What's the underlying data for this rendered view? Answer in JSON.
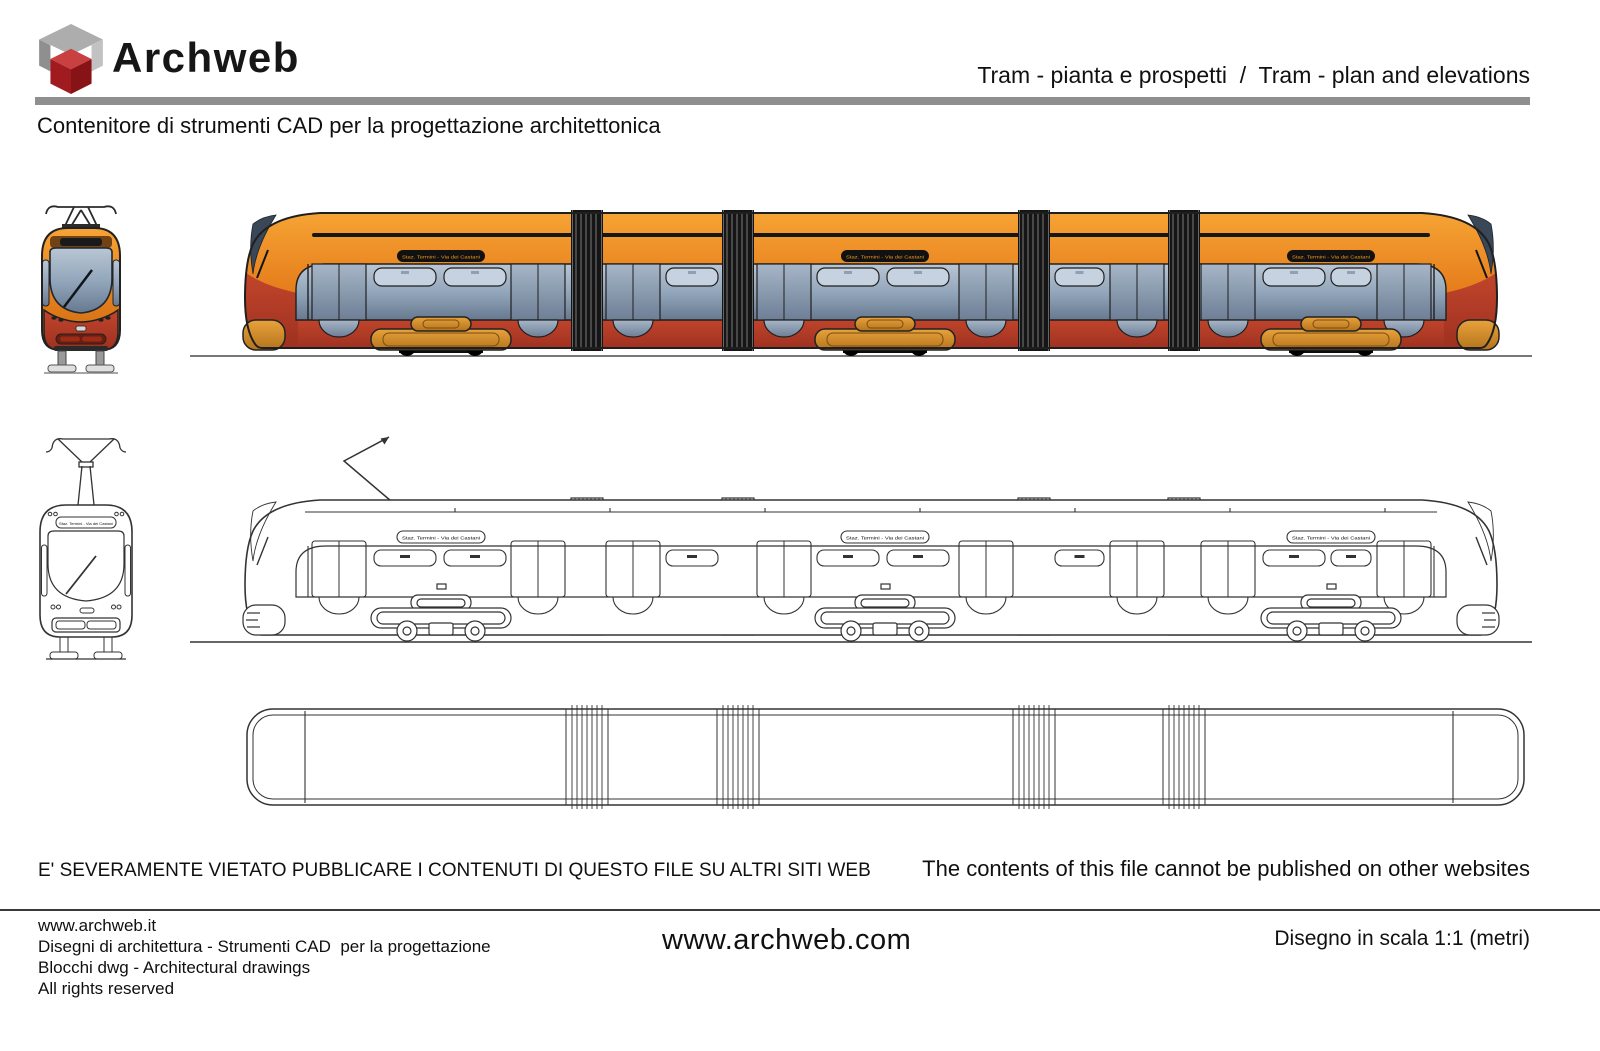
{
  "header": {
    "brand": "Archweb",
    "logo_icon": "archweb-cube-logo",
    "title": "Tram - pianta e prospetti  /  Tram - plan and elevations",
    "subtitle": "Contenitore di strumenti CAD per la progettazione architettonica"
  },
  "tram": {
    "destination_sign": "Staz. Termini - Via dei Castani"
  },
  "footer": {
    "notice_it": "E' SEVERAMENTE VIETATO PUBBLICARE I CONTENUTI DI QUESTO FILE SU ALTRI SITI WEB",
    "notice_en": "The contents of this file cannot be published on other websites",
    "site_it": "www.archweb.it",
    "line_it": "Disegni di architettura - Strumenti CAD  per la progettazione",
    "line_en": "Blocchi dwg - Architectural drawings",
    "rights": "All rights reserved",
    "site_main": "www.archweb.com",
    "scale_note": "Disegno in scala 1:1 (metri)"
  },
  "colors": {
    "body_orange": "#e8821e",
    "body_red": "#b53a22",
    "window_glass": "#8fa3b8",
    "bogie_orange": "#d8922e",
    "line_drawing": "#333333",
    "divider_gray": "#8f8f8f",
    "logo_gray": "#adadad",
    "logo_red": "#a01b1f",
    "sign_text_orange": "#f29a1e"
  }
}
